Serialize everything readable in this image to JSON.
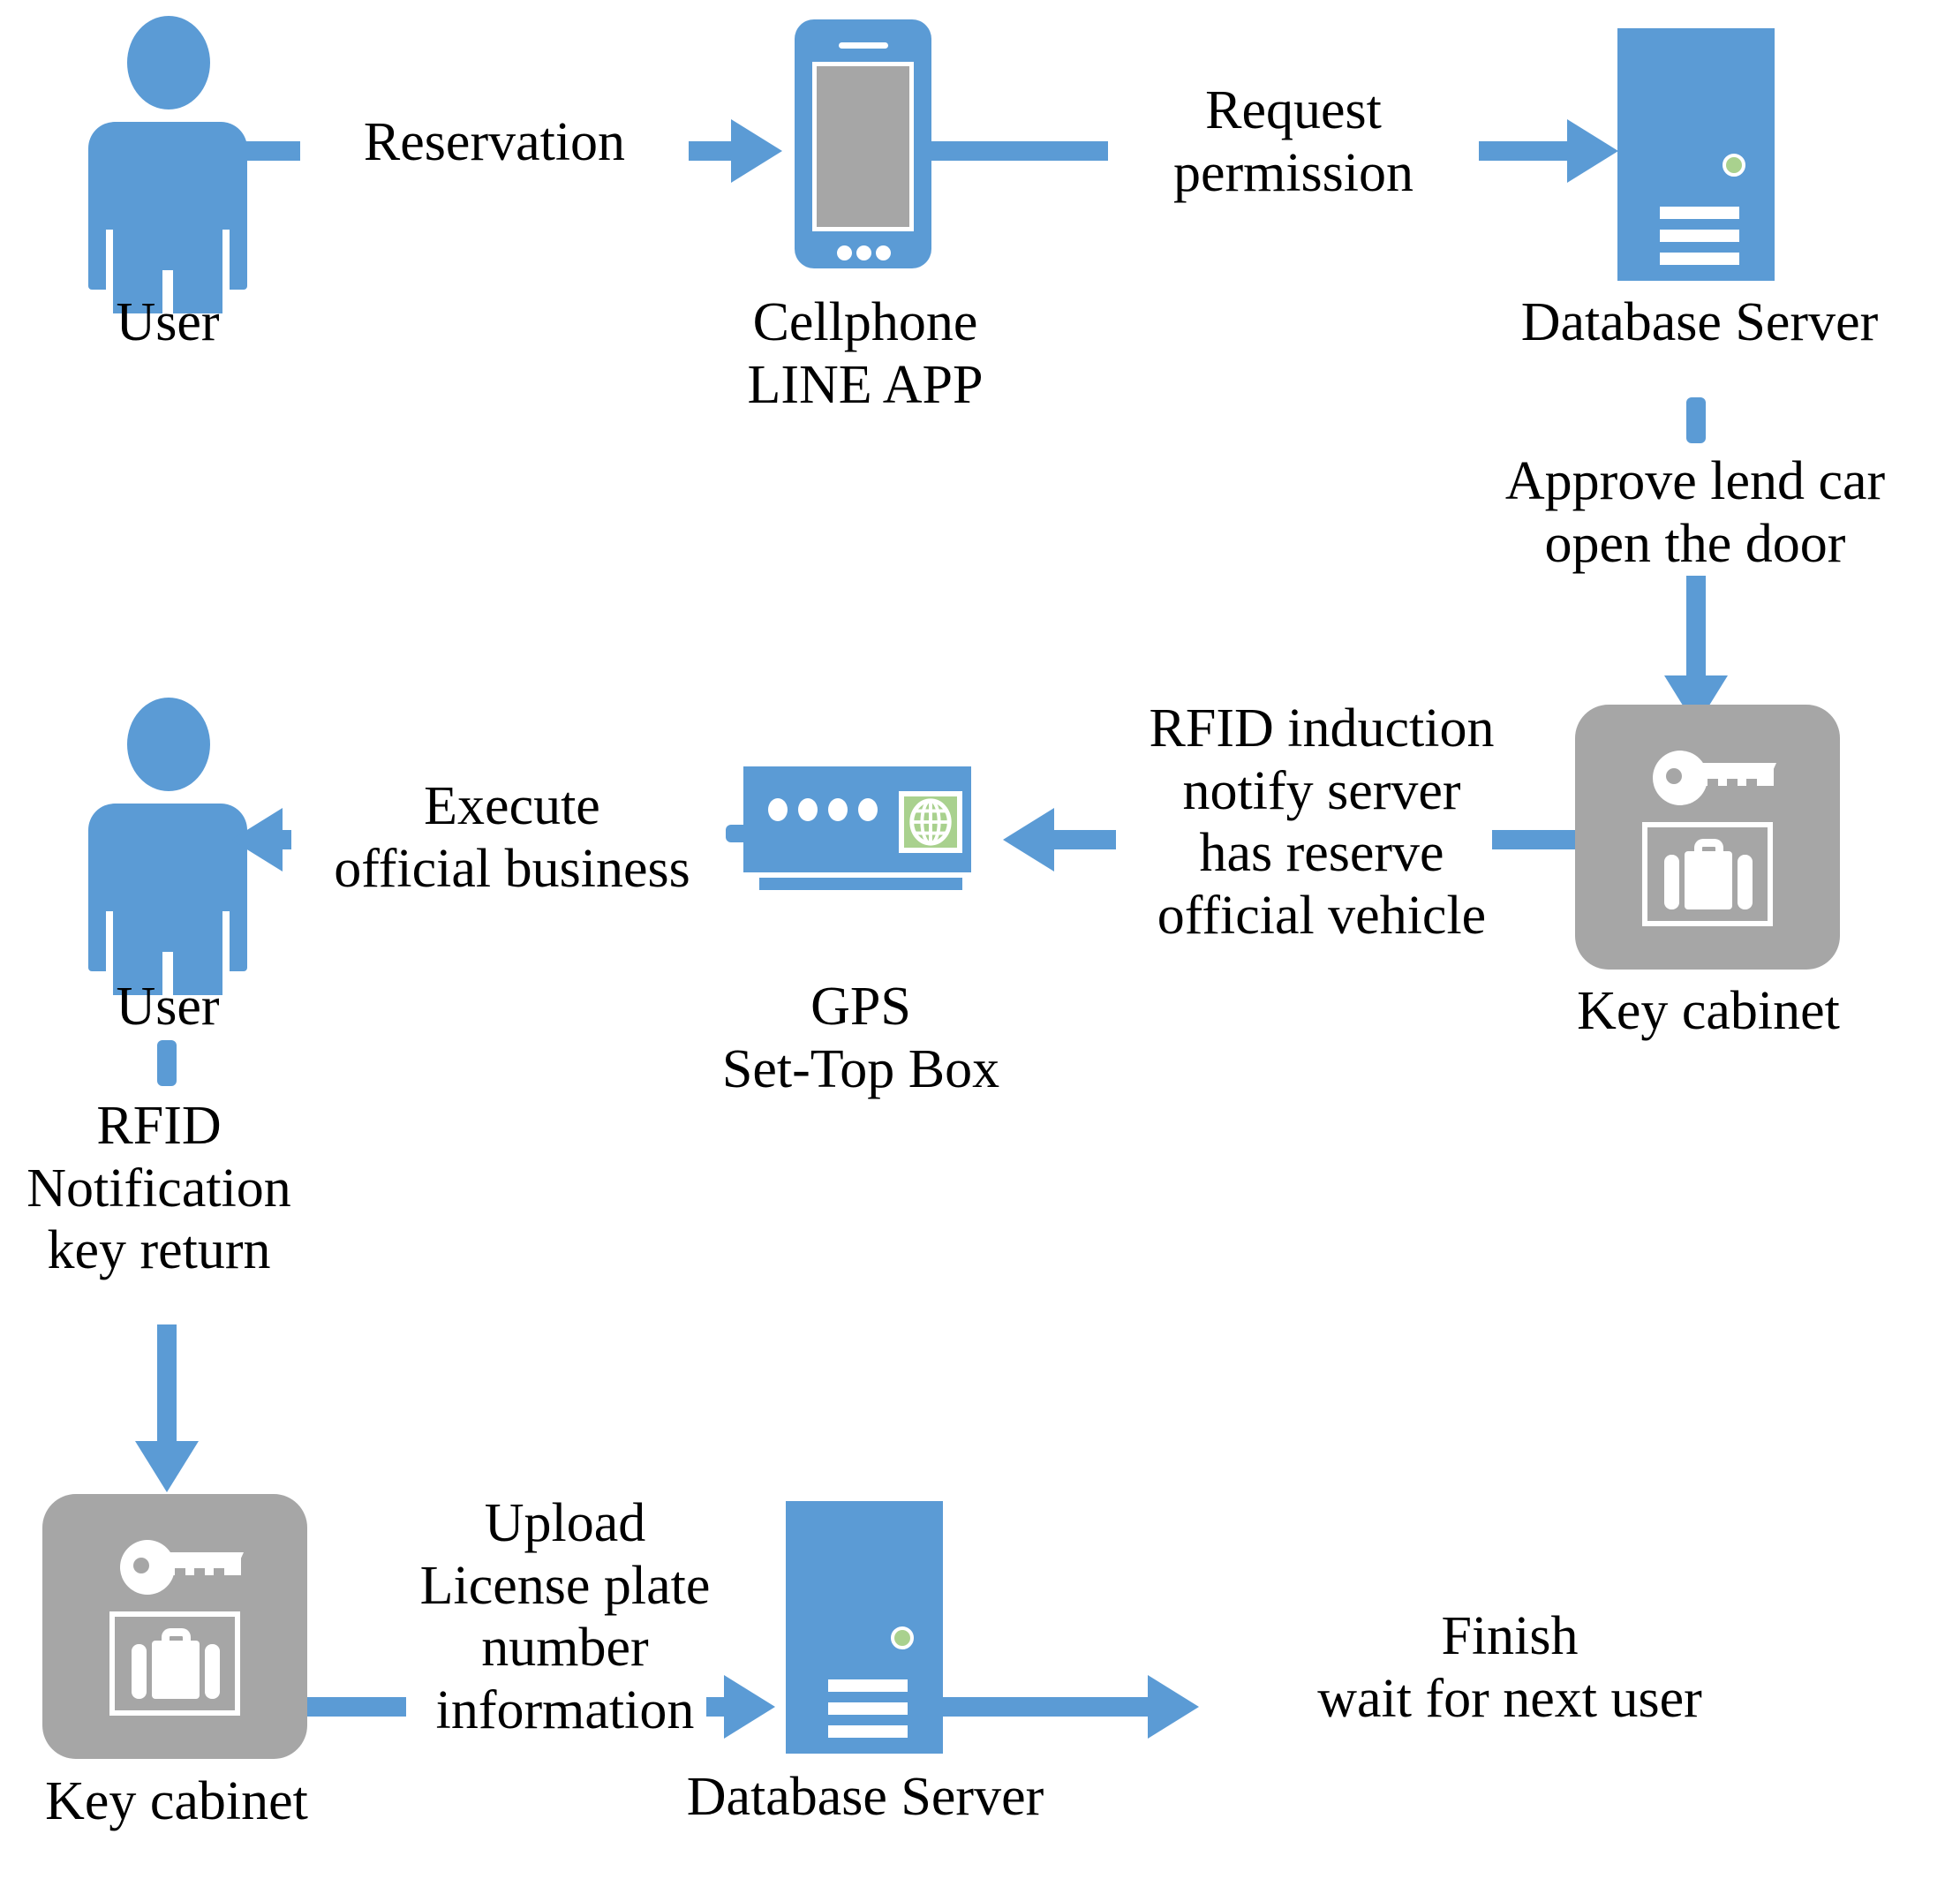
{
  "diagram": {
    "title": "Official vehicle key cabinet reservation flow",
    "colors": {
      "accent_blue": "#5B9BD5",
      "cabinet_gray": "#A6A6A6",
      "led_green": "#A9D18E",
      "text_black": "#000000",
      "background": "#FFFFFF"
    },
    "nodes": [
      {
        "id": "user-top",
        "label": "User",
        "icon": "person-icon"
      },
      {
        "id": "cellphone",
        "label": "Cellphone\nLINE APP",
        "icon": "cellphone-icon"
      },
      {
        "id": "server-top",
        "label": "Database Server",
        "icon": "database-server-icon"
      },
      {
        "id": "cabinet-mid",
        "label": "Key cabinet",
        "icon": "key-cabinet-icon"
      },
      {
        "id": "gps",
        "label": "GPS\nSet-Top Box",
        "icon": "gps-set-top-box-icon"
      },
      {
        "id": "user-mid",
        "label": "User",
        "icon": "person-icon"
      },
      {
        "id": "cabinet-bottom",
        "label": "Key cabinet",
        "icon": "key-cabinet-icon"
      },
      {
        "id": "server-bottom",
        "label": "Database Server",
        "icon": "database-server-icon"
      }
    ],
    "edges": [
      {
        "id": "e1",
        "from": "user-top",
        "to": "cellphone",
        "label": "Reservation",
        "direction": "right"
      },
      {
        "id": "e2",
        "from": "cellphone",
        "to": "server-top",
        "label": "Request\npermission",
        "direction": "right"
      },
      {
        "id": "e3",
        "from": "server-top",
        "to": "cabinet-mid",
        "label": "Approve lend car\nopen the door",
        "direction": "down"
      },
      {
        "id": "e4",
        "from": "cabinet-mid",
        "to": "gps",
        "label": "RFID induction\nnotify server\nhas reserve\nofficial vehicle",
        "direction": "left"
      },
      {
        "id": "e5",
        "from": "gps",
        "to": "user-mid",
        "label": "Execute\nofficial business",
        "direction": "left"
      },
      {
        "id": "e6",
        "from": "user-mid",
        "to": "cabinet-bottom",
        "label": "RFID\nNotification\nkey return",
        "direction": "down"
      },
      {
        "id": "e7",
        "from": "cabinet-bottom",
        "to": "server-bottom",
        "label": "Upload\nLicense plate\nnumber\ninformation",
        "direction": "right"
      },
      {
        "id": "e8",
        "from": "server-bottom",
        "to": "finish",
        "label": "Finish\nwait for next user",
        "direction": "right"
      }
    ]
  }
}
